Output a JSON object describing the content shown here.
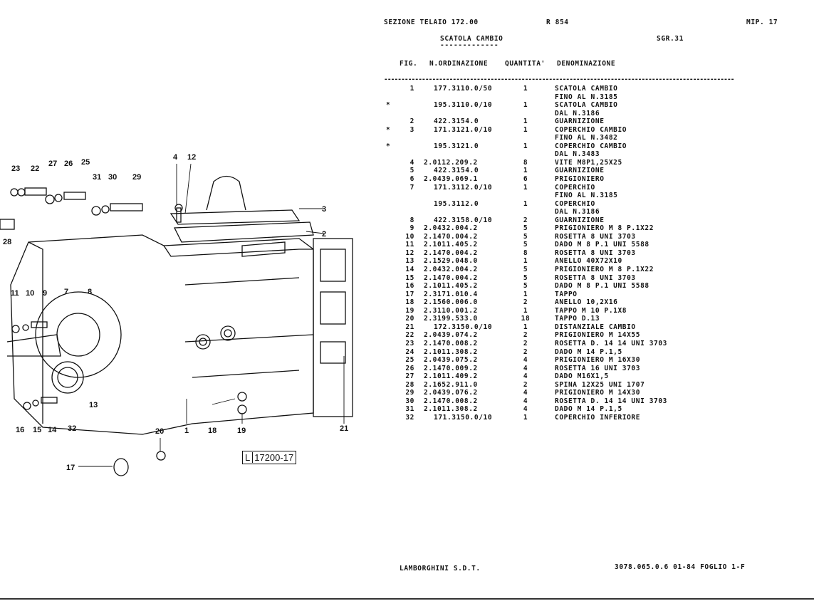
{
  "header": {
    "section": "SEZIONE TELAIO 172.00",
    "model": "R 854",
    "page_ref": "MIP. 17",
    "group_title": "SCATOLA CAMBIO",
    "group_underline": "-------------",
    "group_code": "SGR.31"
  },
  "columns": {
    "fig": "FIG.",
    "order": "N.ORDINAZIONE",
    "qty": "QUANTITA'",
    "desc": "DENOMINAZIONE"
  },
  "separator": "------------------------------------------------------------------------------------------------------",
  "rows": [
    {
      "star": "",
      "fig": "1",
      "order": "177.3110.0/50",
      "qty": "1",
      "desc": "SCATOLA CAMBIO"
    },
    {
      "star": "",
      "fig": "",
      "order": "",
      "qty": "",
      "desc": "FINO AL N.3185"
    },
    {
      "star": "*",
      "fig": "",
      "order": "195.3110.0/10",
      "qty": "1",
      "desc": "SCATOLA CAMBIO"
    },
    {
      "star": "",
      "fig": "",
      "order": "",
      "qty": "",
      "desc": "DAL N.3186"
    },
    {
      "star": "",
      "fig": "2",
      "order": "422.3154.0",
      "qty": "1",
      "desc": "GUARNIZIONE"
    },
    {
      "star": "*",
      "fig": "3",
      "order": "171.3121.0/10",
      "qty": "1",
      "desc": "COPERCHIO CAMBIO"
    },
    {
      "star": "",
      "fig": "",
      "order": "",
      "qty": "",
      "desc": "FINO AL N.3482"
    },
    {
      "star": "*",
      "fig": "",
      "order": "195.3121.0",
      "qty": "1",
      "desc": "COPERCHIO CAMBIO"
    },
    {
      "star": "",
      "fig": "",
      "order": "",
      "qty": "",
      "desc": "DAL N.3483"
    },
    {
      "star": "",
      "fig": "4",
      "order": "2.0112.209.2",
      "qty": "8",
      "desc": "VITE M8P1,25X25"
    },
    {
      "star": "",
      "fig": "5",
      "order": "422.3154.0",
      "qty": "1",
      "desc": "GUARNIZIONE"
    },
    {
      "star": "",
      "fig": "6",
      "order": "2.0439.069.1",
      "qty": "6",
      "desc": "PRIGIONIERO"
    },
    {
      "star": "",
      "fig": "7",
      "order": "171.3112.0/10",
      "qty": "1",
      "desc": "COPERCHIO"
    },
    {
      "star": "",
      "fig": "",
      "order": "",
      "qty": "",
      "desc": "FINO AL N.3185"
    },
    {
      "star": "",
      "fig": "",
      "order": "195.3112.0",
      "qty": "1",
      "desc": "COPERCHIO"
    },
    {
      "star": "",
      "fig": "",
      "order": "",
      "qty": "",
      "desc": "DAL N.3186"
    },
    {
      "star": "",
      "fig": "8",
      "order": "422.3158.0/10",
      "qty": "2",
      "desc": "GUARNIZIONE"
    },
    {
      "star": "",
      "fig": "9",
      "order": "2.0432.004.2",
      "qty": "5",
      "desc": "PRIGIONIERO M 8 P.1X22"
    },
    {
      "star": "",
      "fig": "10",
      "order": "2.1470.004.2",
      "qty": "5",
      "desc": "ROSETTA 8 UNI 3703"
    },
    {
      "star": "",
      "fig": "11",
      "order": "2.1011.405.2",
      "qty": "5",
      "desc": "DADO M 8 P.1 UNI 5588"
    },
    {
      "star": "",
      "fig": "12",
      "order": "2.1470.004.2",
      "qty": "8",
      "desc": "ROSETTA 8 UNI 3703"
    },
    {
      "star": "",
      "fig": "13",
      "order": "2.1529.048.0",
      "qty": "1",
      "desc": "ANELLO 40X72X10"
    },
    {
      "star": "",
      "fig": "14",
      "order": "2.0432.004.2",
      "qty": "5",
      "desc": "PRIGIONIERO M 8 P.1X22"
    },
    {
      "star": "",
      "fig": "15",
      "order": "2.1470.004.2",
      "qty": "5",
      "desc": "ROSETTA 8 UNI 3703"
    },
    {
      "star": "",
      "fig": "16",
      "order": "2.1011.405.2",
      "qty": "5",
      "desc": "DADO M 8 P.1 UNI 5588"
    },
    {
      "star": "",
      "fig": "17",
      "order": "2.3171.010.4",
      "qty": "1",
      "desc": "TAPPO"
    },
    {
      "star": "",
      "fig": "18",
      "order": "2.1560.006.0",
      "qty": "2",
      "desc": "ANELLO 10,2X16"
    },
    {
      "star": "",
      "fig": "19",
      "order": "2.3110.001.2",
      "qty": "1",
      "desc": "TAPPO M 10 P.1X8"
    },
    {
      "star": "",
      "fig": "20",
      "order": "2.3199.533.0",
      "qty": "18",
      "desc": "TAPPO D.13"
    },
    {
      "star": "",
      "fig": "21",
      "order": "172.3150.0/10",
      "qty": "1",
      "desc": "DISTANZIALE CAMBIO"
    },
    {
      "star": "",
      "fig": "22",
      "order": "2.0439.074.2",
      "qty": "2",
      "desc": "PRIGIONIERO M 14X55"
    },
    {
      "star": "",
      "fig": "23",
      "order": "2.1470.008.2",
      "qty": "2",
      "desc": "ROSETTA D. 14 14 UNI 3703"
    },
    {
      "star": "",
      "fig": "24",
      "order": "2.1011.308.2",
      "qty": "2",
      "desc": "DADO M 14 P.1,5"
    },
    {
      "star": "",
      "fig": "25",
      "order": "2.0439.075.2",
      "qty": "4",
      "desc": "PRIGIONIERO M 16X30"
    },
    {
      "star": "",
      "fig": "26",
      "order": "2.1470.009.2",
      "qty": "4",
      "desc": "ROSETTA 16 UNI 3703"
    },
    {
      "star": "",
      "fig": "27",
      "order": "2.1011.409.2",
      "qty": "4",
      "desc": "DADO M16X1,5"
    },
    {
      "star": "",
      "fig": "28",
      "order": "2.1652.911.0",
      "qty": "2",
      "desc": "SPINA 12X25 UNI 1707"
    },
    {
      "star": "",
      "fig": "29",
      "order": "2.0439.076.2",
      "qty": "4",
      "desc": "PRIGIONIERO M 14X30"
    },
    {
      "star": "",
      "fig": "30",
      "order": "2.1470.008.2",
      "qty": "4",
      "desc": "ROSETTA D. 14 14 UNI 3703"
    },
    {
      "star": "",
      "fig": "31",
      "order": "2.1011.308.2",
      "qty": "4",
      "desc": "DADO M 14 P.1,5"
    },
    {
      "star": "",
      "fig": "32",
      "order": "171.3150.0/10",
      "qty": "1",
      "desc": "COPERCHIO INFERIORE"
    }
  ],
  "drawing": {
    "callouts": [
      "23",
      "22",
      "27",
      "26",
      "25",
      "31",
      "30",
      "29",
      "4",
      "12",
      "3",
      "2",
      "28",
      "11",
      "10",
      "9",
      "7",
      "8",
      "16",
      "15",
      "14",
      "32",
      "13",
      "20",
      "1",
      "18",
      "19",
      "21",
      "17"
    ],
    "figure_code_prefix": "L",
    "figure_code": "17200-17"
  },
  "footer": {
    "company": "LAMBORGHINI S.D.T.",
    "doc_ref": "3078.065.0.6 01-84 FOGLIO 1-F"
  }
}
